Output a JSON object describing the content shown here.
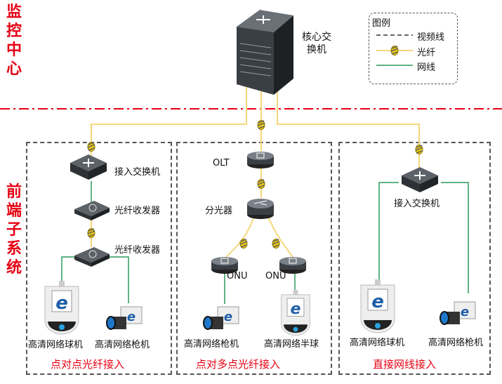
{
  "sections": {
    "control_center": "监控中心",
    "front_end": "前端子系统"
  },
  "core_switch": {
    "label": "核心交换机",
    "icon": "core-switch-icon"
  },
  "legend": {
    "title": "图例",
    "items": [
      {
        "label": "视频线",
        "style": "dashed",
        "color": "#333333"
      },
      {
        "label": "光纤",
        "style": "fiber",
        "color": "#f5d77a"
      },
      {
        "label": "网线",
        "style": "solid",
        "color": "#2a9a5a"
      }
    ]
  },
  "groups": [
    {
      "title": "点对点光纤接入",
      "access_switch": "接入交换机",
      "transceiver_1": "光纤收发器",
      "transceiver_2": "光纤收发器",
      "cameras": [
        "高清网络球机",
        "高清网络枪机"
      ]
    },
    {
      "title": "点对多点光纤接入",
      "olt": "OLT",
      "splitter": "分光器",
      "onu_1": "ONU",
      "onu_2": "ONU",
      "cameras": [
        "高清网络枪机",
        "高清网络半球"
      ]
    },
    {
      "title": "直接网线接入",
      "access_switch": "接入交换机",
      "cameras": [
        "高清网络球机",
        "高清网络枪机"
      ]
    }
  ],
  "colors": {
    "accent_red": "#e60012",
    "fiber": "#f5d77a",
    "network": "#2a9a5a",
    "device": "#3a3f44"
  }
}
